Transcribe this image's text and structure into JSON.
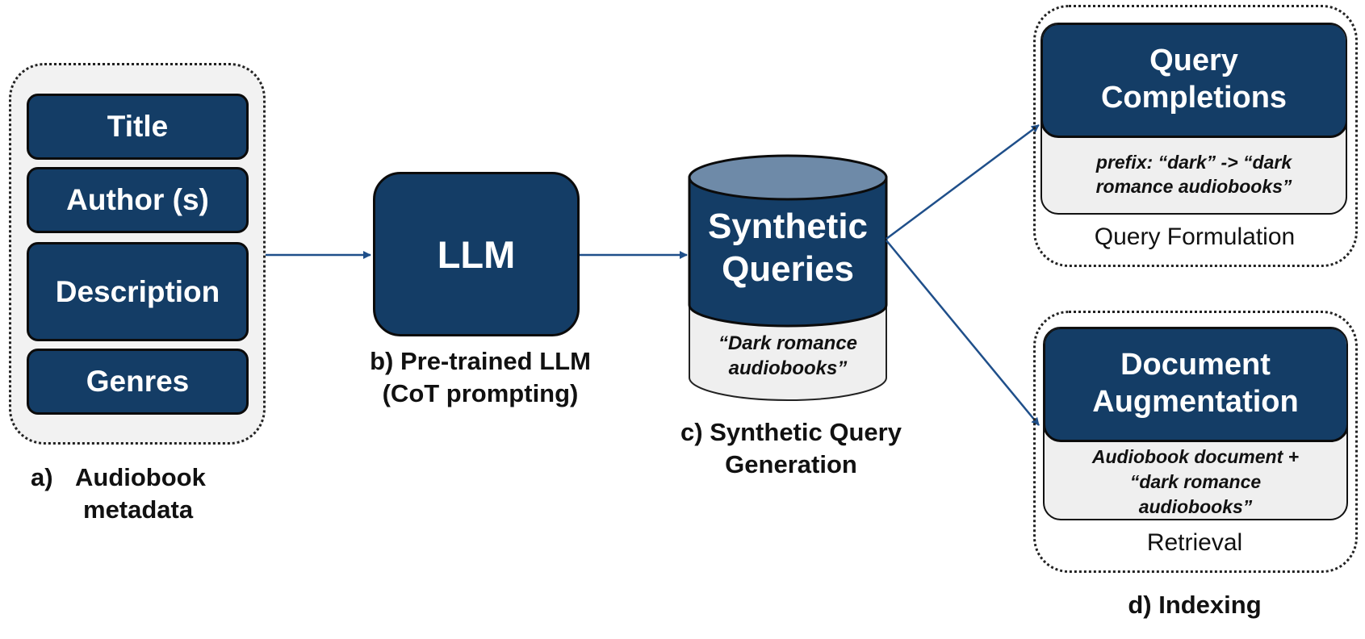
{
  "metadata": {
    "fields": [
      "Title",
      "Author (s)",
      "Description",
      "Genres"
    ],
    "caption_marker": "a)",
    "caption_line1": "Audiobook",
    "caption_line2": "metadata"
  },
  "llm": {
    "label": "LLM",
    "caption_line1": "b) Pre-trained LLM",
    "caption_line2": "(CoT prompting)"
  },
  "synthetic": {
    "label_line1": "Synthetic",
    "label_line2": "Queries",
    "example_line1": "“Dark romance",
    "example_line2": "audiobooks”",
    "caption_line1": "c) Synthetic Query",
    "caption_line2": "Generation"
  },
  "indexing": {
    "completions": {
      "title_line1": "Query",
      "title_line2": "Completions",
      "example_line1": "prefix: “dark” -> “dark",
      "example_line2": "romance audiobooks”",
      "sublabel": "Query Formulation"
    },
    "augmentation": {
      "title_line1": "Document",
      "title_line2": "Augmentation",
      "example_line1": "Audiobook document +",
      "example_line2": "“dark romance",
      "example_line3": "audiobooks”",
      "sublabel": "Retrieval"
    },
    "caption": "d) Indexing"
  },
  "colors": {
    "navy": "#143d66",
    "arrow": "#1f4f8a",
    "cylinder_top": "#6e8aa8",
    "panel_gray": "#efefef"
  }
}
